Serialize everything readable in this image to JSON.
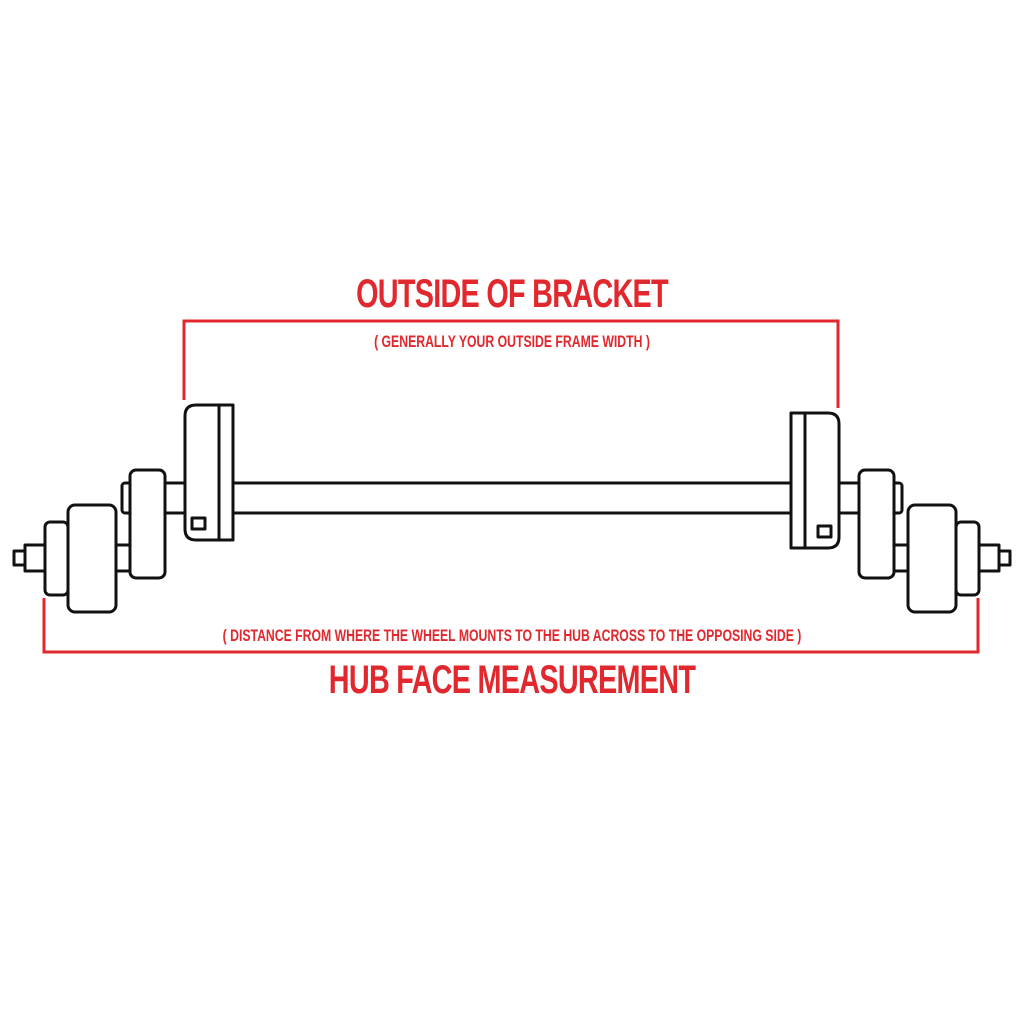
{
  "diagram": {
    "subject": "trailer axle",
    "colors": {
      "annotation": "#e0282e",
      "outline": "#111111",
      "background": "#ffffff"
    },
    "top_measurement": {
      "title": "OUTSIDE OF BRACKET",
      "subtitle": "( GENERALLY YOUR OUTSIDE FRAME WIDTH )"
    },
    "bottom_measurement": {
      "subtitle": "( DISTANCE FROM WHERE THE WHEEL MOUNTS TO THE HUB ACROSS TO THE OPPOSING SIDE )",
      "title": "HUB FACE MEASUREMENT"
    }
  }
}
